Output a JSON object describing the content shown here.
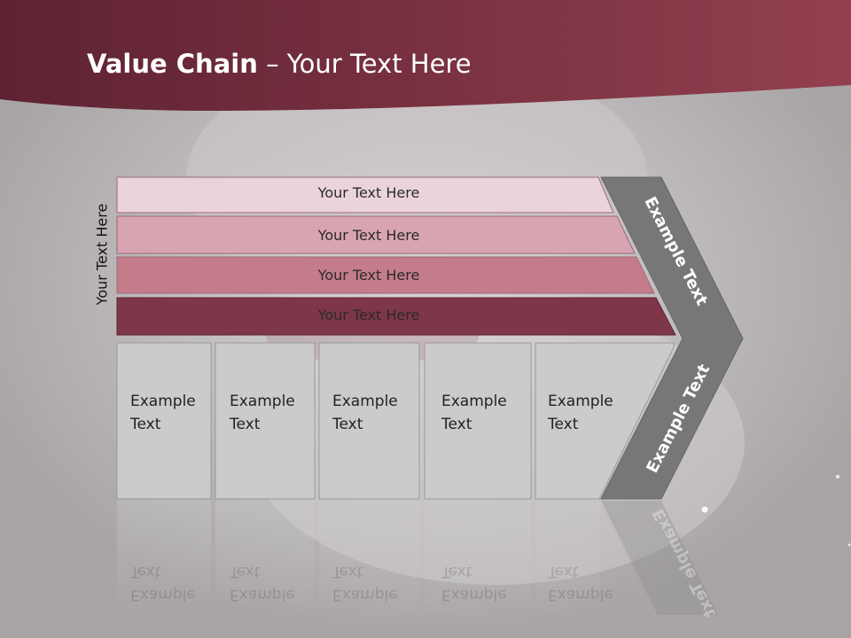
{
  "title": {
    "bold": "Value Chain",
    "rest": " – Your Text Here"
  },
  "side_label": "Your Text Here",
  "bars": [
    {
      "label": "Your Text Here",
      "color": "#ead3da"
    },
    {
      "label": "Your Text Here",
      "color": "#d9a4b1"
    },
    {
      "label": "Your Text Here",
      "color": "#c47b8a"
    },
    {
      "label": "Your Text Here",
      "color": "#7e3649"
    }
  ],
  "boxes": [
    {
      "line1": "Example",
      "line2": "Text"
    },
    {
      "line1": "Example",
      "line2": "Text"
    },
    {
      "line1": "Example",
      "line2": "Text"
    },
    {
      "line1": "Example",
      "line2": "Text"
    },
    {
      "line1": "Example",
      "line2": "Text"
    }
  ],
  "arrow_upper": "Example Text",
  "arrow_lower": "Example Text",
  "colors": {
    "header": "#7a3046",
    "arrow": "#777777",
    "box": "#cbcbcb"
  }
}
